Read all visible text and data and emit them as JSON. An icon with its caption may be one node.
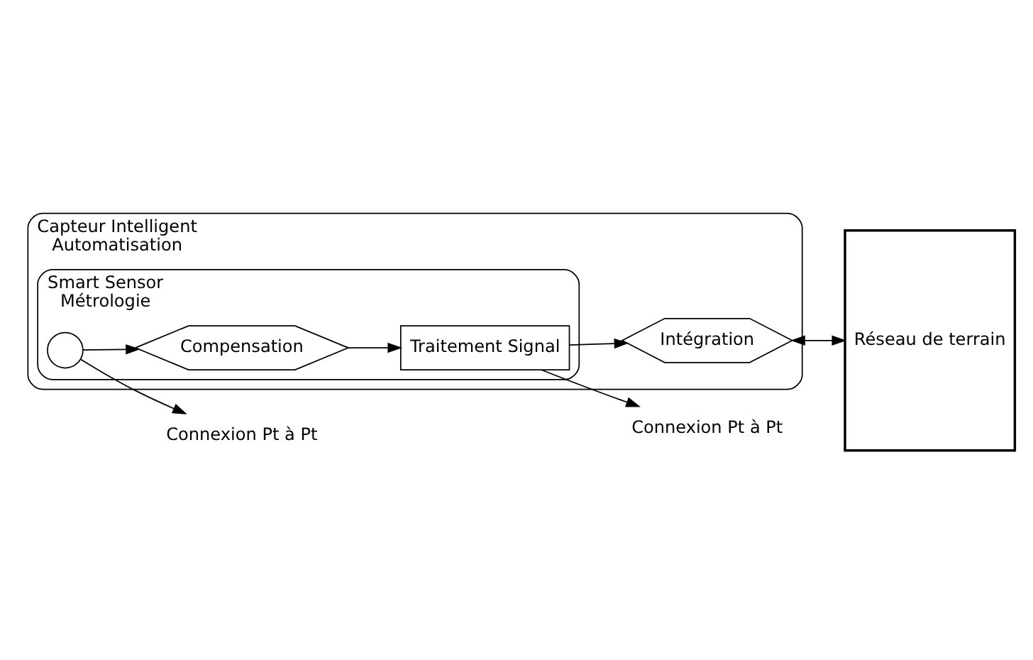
{
  "diagram": {
    "nodes": [
      {
        "text": [
          "Capteur Intelligent",
          "Automatisation"
        ]
      },
      {
        "text": [
          "Smart Sensor",
          "Métrologie"
        ],
        "in": 0
      },
      {
        "text": [],
        "shape": "circle",
        "in": 1
      },
      {
        "text": [
          "Compensation"
        ],
        "in": 1
      },
      {
        "text": [
          "Traitement Signal"
        ],
        "in": 1
      },
      {
        "text": [
          "Intégration"
        ],
        "in": 0
      },
      {
        "text": [
          "Réseau de terrain"
        ]
      },
      {
        "text": [
          "Connexion Pt à Pt"
        ]
      },
      {
        "text": [
          "Connexion Pt à Pt"
        ]
      }
    ],
    "edges": [
      {
        "from": 2,
        "to": 3,
        "arrow": "to"
      },
      {
        "from": 3,
        "to": 4,
        "arrow": "to"
      },
      {
        "from": 4,
        "to": 5,
        "arrow": "to"
      },
      {
        "from": 5,
        "to": 6,
        "arrow": "both"
      },
      {
        "from": 2,
        "to": 7,
        "arrow": "to"
      },
      {
        "from": 4,
        "to": 8,
        "arrow": "to"
      }
    ]
  }
}
